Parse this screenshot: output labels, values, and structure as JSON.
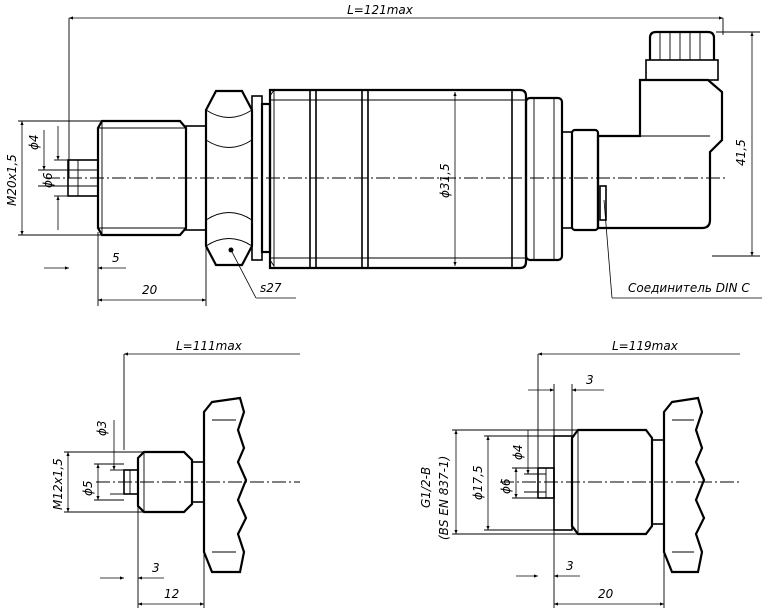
{
  "views": {
    "main": {
      "length_label": "L=121max",
      "thread_label": "M20x1,5",
      "d_inner_small": "ϕ4",
      "d_inner_large": "ϕ6",
      "len_5": "5",
      "len_20": "20",
      "wrench_label": "s27",
      "body_dia": "ϕ31,5",
      "height_label": "41,5",
      "connector_label": "Соединитель DIN C"
    },
    "m12": {
      "length_label": "L=111max",
      "thread_label": "M12x1,5",
      "d_small": "ϕ3",
      "d_large": "ϕ5",
      "len_3": "3",
      "len_12": "12"
    },
    "g12": {
      "length_label": "L=119max",
      "thread_label": "G1/2-B",
      "standard_label": "(BS EN 837-1)",
      "d_outer": "ϕ17,5",
      "d_small": "ϕ4",
      "d_large": "ϕ6",
      "len_3_top": "3",
      "len_3_bottom": "3",
      "len_20": "20"
    }
  }
}
